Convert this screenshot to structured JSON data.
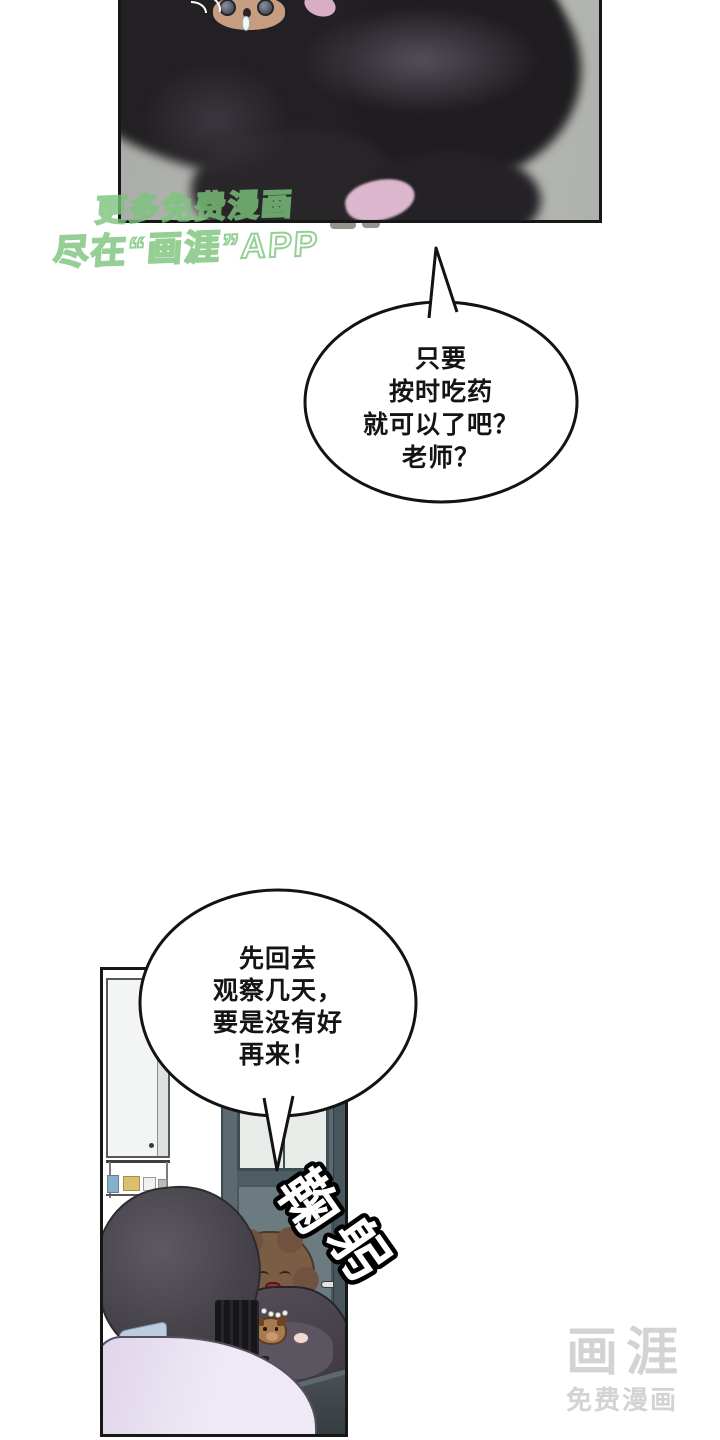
{
  "page": {
    "kind": "webtoon-comic-page"
  },
  "watermark_top": {
    "line1": "更多免费漫画",
    "line2": "尽在“画涯”APP",
    "color": "#7cc47c"
  },
  "bubbles": [
    {
      "lines": [
        "只要",
        "按时吃药",
        "就可以了吧？",
        "老师？"
      ]
    },
    {
      "lines": [
        "先回去",
        "观察几天，",
        "要是没有好",
        "再来！"
      ]
    }
  ],
  "sfx": {
    "chars": [
      "鞠",
      "躬"
    ]
  },
  "logo": {
    "title": "画涯",
    "subtitle": "免费漫画",
    "color": "#d3d3d3"
  },
  "colors": {
    "paper": "#ffffff",
    "ink": "#171717",
    "panel1_bg": "#b3b6b1",
    "fur_dark": "#232023",
    "fur_highlight": "#5f5765",
    "fur_pink": "#dcb7cd",
    "door_teal": "#5a6a70",
    "coat_lavender": "#efe9f5",
    "woman_hair": "#7b5d45",
    "woman_coat": "#4a434c",
    "skin": "#f6e3e2"
  }
}
